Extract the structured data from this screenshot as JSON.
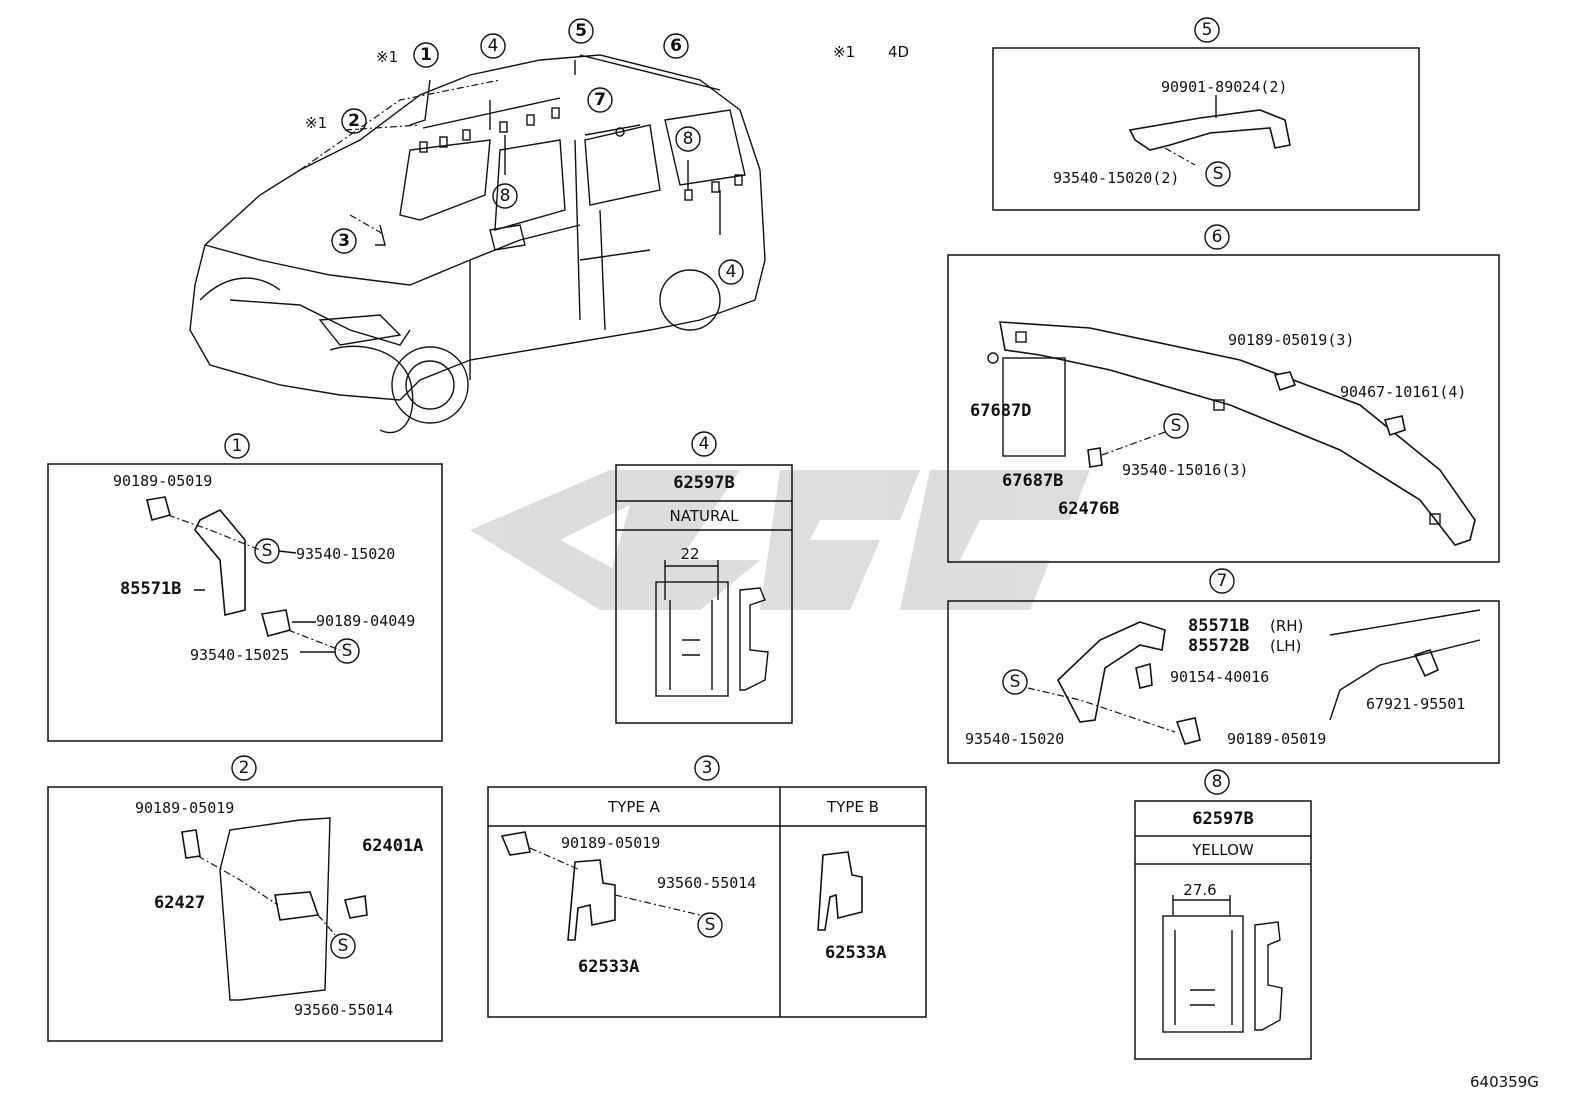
{
  "diagram_code": "640359G",
  "note": {
    "mark": "※1",
    "text": "4D"
  },
  "overview_callouts": [
    {
      "id": "1",
      "mark": "※1"
    },
    {
      "id": "2",
      "mark": "※1"
    },
    {
      "id": "3"
    },
    {
      "id": "4"
    },
    {
      "id": "4b",
      "label": "4"
    },
    {
      "id": "5"
    },
    {
      "id": "6"
    },
    {
      "id": "7"
    },
    {
      "id": "8"
    },
    {
      "id": "8b",
      "label": "8"
    }
  ],
  "panel1": {
    "num": "1",
    "parts": [
      "90189-05019",
      "93540-15020",
      "85571B",
      "90189-04049",
      "93540-15025"
    ],
    "s_mark": "S"
  },
  "panel2": {
    "num": "2",
    "parts": [
      "90189-05019",
      "62401A",
      "62427",
      "93560-55014"
    ],
    "s_mark": "S"
  },
  "panel3": {
    "num": "3",
    "type_a": "TYPE A",
    "type_b": "TYPE B",
    "parts_a": [
      "90189-05019",
      "93560-55014",
      "62533A"
    ],
    "parts_b": [
      "62533A"
    ],
    "s_mark": "S"
  },
  "panel4": {
    "num": "4",
    "part": "62597B",
    "color": "NATURAL",
    "dim": "22"
  },
  "panel5": {
    "num": "5",
    "parts": [
      "90901-89024(2)",
      "93540-15020(2)"
    ],
    "s_mark": "S"
  },
  "panel6": {
    "num": "6",
    "parts": [
      "90189-05019(3)",
      "90467-10161(4)",
      "67687D",
      "67687B",
      "93540-15016(3)",
      "62476B"
    ],
    "s_mark": "S"
  },
  "panel7": {
    "num": "7",
    "parts": [
      "85571B",
      "85572B",
      "90154-40016",
      "67921-95501",
      "93540-15020",
      "90189-05019"
    ],
    "sides": [
      "(RH)",
      "(LH)"
    ],
    "s_mark": "S"
  },
  "panel8": {
    "num": "8",
    "part": "62597B",
    "color": "YELLOW",
    "dim": "27.6"
  }
}
